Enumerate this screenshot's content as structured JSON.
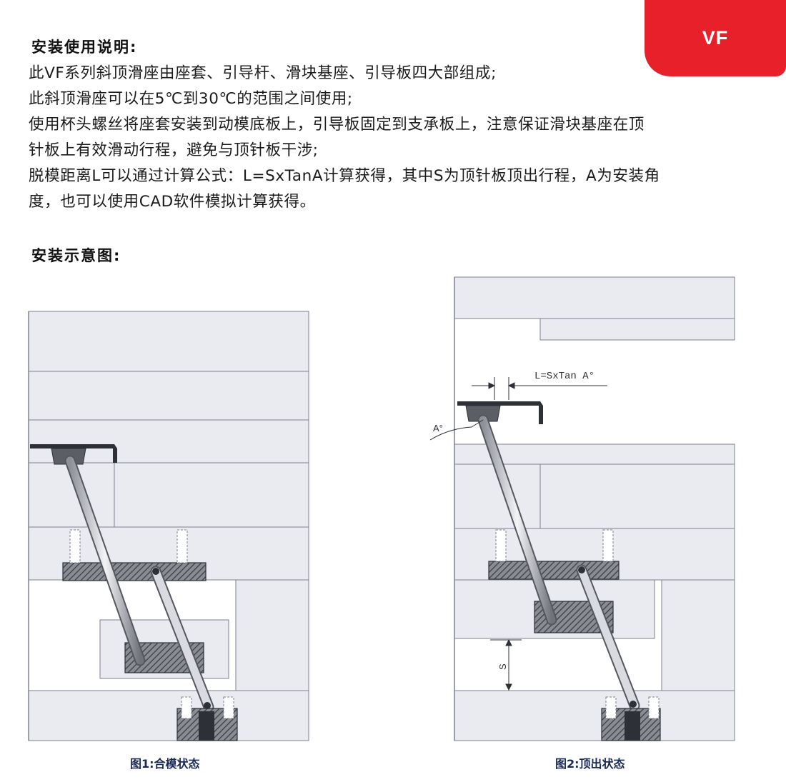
{
  "badge": "VF",
  "instructions": {
    "heading": "安装使用说明:",
    "lines": [
      "此VF系列斜顶滑座由座套、引导杆、滑块基座、引导板四大部组成;",
      "此斜顶滑座可以在5℃到30℃的范围之间使用;",
      "使用杯头螺丝将座套安装到动模底板上，引导板固定到支承板上，注意保证滑块基座在顶",
      "针板上有效滑动行程，避免与顶针板干涉;",
      "脱模距离L可以通过计算公式：L=SxTanA计算获得，其中S为顶针板顶出行程，A为安装角",
      "度，也可以使用CAD软件模拟计算获得。"
    ]
  },
  "diagram": {
    "heading": "安装示意图:",
    "figure1_caption": "图1:合模状态",
    "figure2_caption": "图2:顶出状态",
    "formula_label": "L=SxTan A°",
    "angle_label": "A°",
    "stroke_label": "S"
  },
  "colors": {
    "accent": "#e8202a",
    "plate": "#e9ebf0",
    "line": "#7d8290",
    "hatch": "#4a4c55"
  }
}
